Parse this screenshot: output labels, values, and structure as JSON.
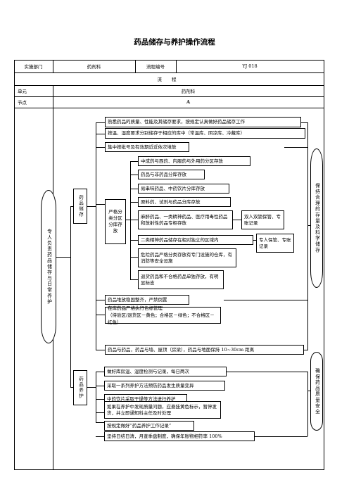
{
  "title": "药品储存与养护操作流程",
  "header": {
    "dept_label": "实施部门",
    "dept_value": "药剂科",
    "code_label": "流程编号",
    "code_value": "YJ 018",
    "flow_label": "流 程",
    "unit_label": "单元",
    "unit_value": "药剂科",
    "node_label": "节点",
    "node_value": "A"
  },
  "left_oval": "专人负责药品储存与日常养护",
  "storage": {
    "label": "药品储存",
    "top_items": [
      "熟悉药品的质量、性能及其储存要求，按规定认真做好药品储存工作",
      "按温、湿度要求分别储存于相应的库中（常温库、阴凉库、冷藏库）",
      "集中按批号及有效期近近依次堆放"
    ],
    "sort_label": "严格分类分区分库存放",
    "sort_items": [
      "中成药与西药、内服药与外用药分区存放",
      "药品与非药品分库存放",
      "易串味药品、中药饮片分库存放",
      "原料药、试剂与药品分库存放",
      "麻醉药品、一类精神药品、医疗用毒性药品和放射性药品专柜存放",
      "二类精神药品储存在相对独立的区域内",
      "危险药品严格分类存放有专门设施的仓库，有消防等安全设施",
      "退货药品和不合格药品单独存放，有明显标志"
    ],
    "side_notes": [
      "双人双锁保管、专账记录",
      "专人保管、专账记录"
    ],
    "bottom_items": [
      "药品堆放稳固整齐，严禁倒置",
      "在库药品严格执行色标管理",
      "（待验区/退货区－黄色；合格区－绿色；不合格区－红色）",
      "药品与药品，药品与墙、屋顶（房梁），药品与地面保持 10~30cm 距离"
    ],
    "right_oval": "保持合理的存量及科学储存"
  },
  "maintenance": {
    "label": "药品养护",
    "items": [
      "做好库房温、湿度检测与记录，每日两次",
      "采取一系列养护方法预防药品发生质量变异",
      "中药饮片采取干燥等方法进行养护",
      "如果在养护中发现质量问题，应悬挂黄色标示，暂停发货，并立即通知科主任及时处理",
      "按规定做好“药品养护工作记录”",
      "坚持日结日清，月查季盘制度，确保年账物相符率 100%"
    ],
    "right_oval": "确保药品质量安全"
  }
}
